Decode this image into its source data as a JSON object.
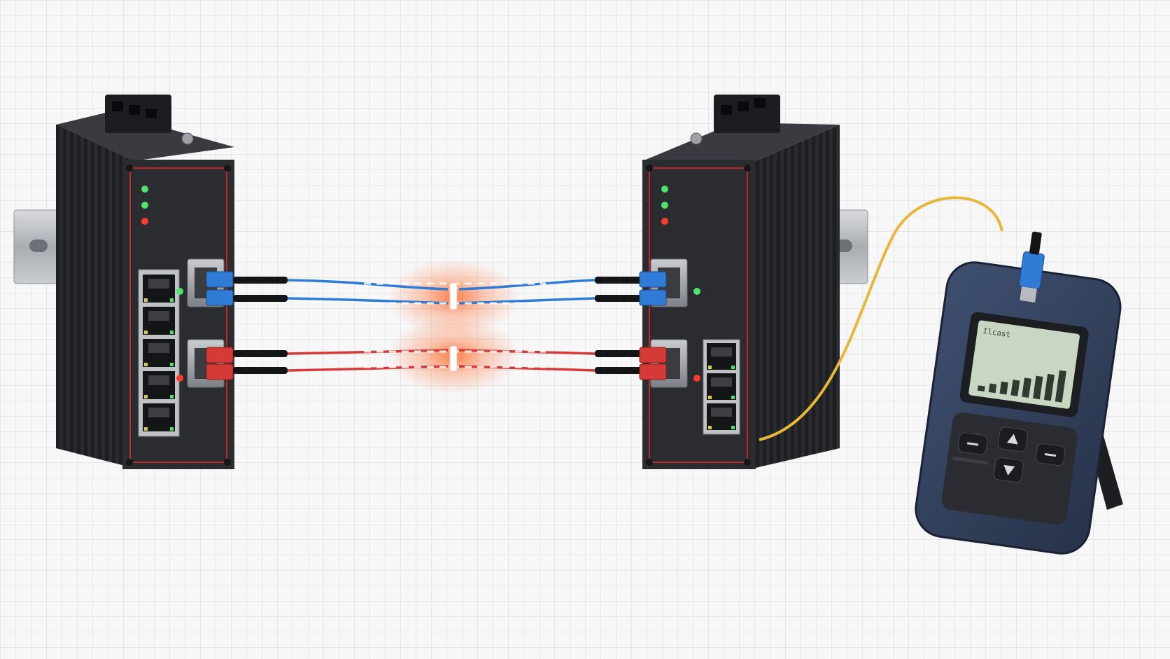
{
  "devices": {
    "left_switch": {
      "rj45_ports": 5,
      "sfp_ports": 2,
      "status_leds": [
        "green",
        "green",
        "red"
      ]
    },
    "right_switch": {
      "rj45_ports": 3,
      "sfp_ports": 2,
      "status_leds": [
        "green",
        "green",
        "red"
      ]
    },
    "tester": {
      "screen_title": "Ilcast",
      "signal_bars": [
        0.15,
        0.25,
        0.35,
        0.45,
        0.55,
        0.65,
        0.75,
        0.9
      ],
      "buttons": [
        "left",
        "up",
        "right",
        "down"
      ]
    }
  },
  "links": [
    {
      "name": "blue-fiber-link",
      "color": "#2f7bd6",
      "status": "fault"
    },
    {
      "name": "red-fiber-link",
      "color": "#d63a36",
      "status": "fault"
    }
  ],
  "colors": {
    "switch_body": "#2b2c30",
    "switch_accent": "#c0282a",
    "blue_fiber": "#2f7bd6",
    "red_fiber": "#d63a36",
    "yellow_patch": "#e8b73a",
    "tester_body": "#2f3d56",
    "tester_screen": "#c9d6c1",
    "fault_glow": "#ff5a2a"
  }
}
